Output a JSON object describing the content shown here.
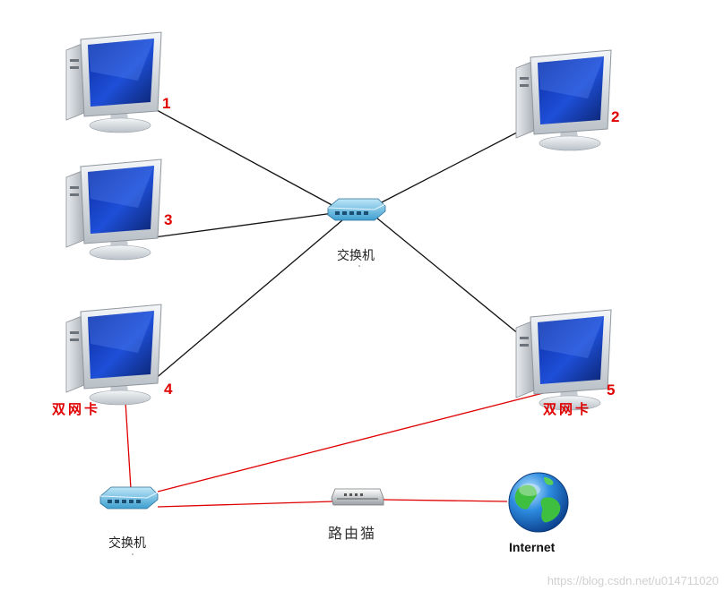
{
  "computers": [
    {
      "id": "pc-1",
      "number": "1",
      "note": ""
    },
    {
      "id": "pc-2",
      "number": "2",
      "note": ""
    },
    {
      "id": "pc-3",
      "number": "3",
      "note": ""
    },
    {
      "id": "pc-4",
      "number": "4",
      "note": "双网卡"
    },
    {
      "id": "pc-5",
      "number": "5",
      "note": "双网卡"
    }
  ],
  "switch_main": {
    "label": "交换机"
  },
  "switch_secondary": {
    "label": "交换机"
  },
  "modem": {
    "label": "路由猫"
  },
  "internet": {
    "label": "Internet"
  },
  "watermark": "https://blog.csdn.net/u014711020",
  "colors": {
    "black_link": "#111111",
    "red_link": "#e00000",
    "annotation": "#e00000",
    "screen_blue": "#1a3fb5"
  }
}
